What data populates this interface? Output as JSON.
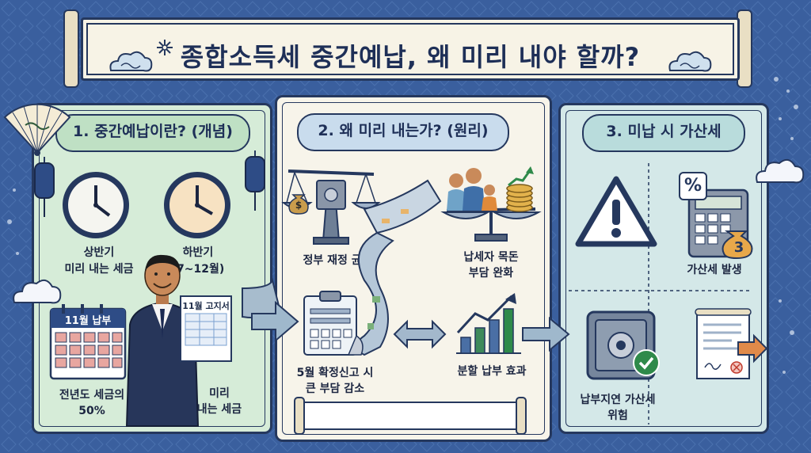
{
  "title": "종합소득세 중간예납, 왜 미리 내야 할까?",
  "section1": {
    "header": "1. 중간예납이란? (개념)",
    "first_half_line1": "상반기",
    "first_half_line2": "미리 내는 세금",
    "second_half_line1": "하반기",
    "second_half_line2": "(7~12월)",
    "calendar_label": "11월 납부",
    "notice_label": "11월 고지서",
    "last_year_line1": "전년도 세금의",
    "last_year_line2": "50%",
    "prepaid_line1": "미리",
    "prepaid_line2": "내는 세금"
  },
  "section2": {
    "header": "2. 왜 미리 내는가? (원리)",
    "gov_balance": "정부 재정 균형",
    "taxpayer_line1": "납세자 목돈",
    "taxpayer_line2": "부담 완화",
    "may_line1": "5월 확정신고 시",
    "may_line2": "큰 부담 감소",
    "installment": "분할 납부 효과",
    "money_bag_symbol": "$"
  },
  "section3": {
    "header": "3. 미납 시 가산세",
    "surcharge": "가산세 발생",
    "late_line1": "납부지연 가산세",
    "late_line2": "위험",
    "percent_symbol": "%",
    "bag_number": "3"
  },
  "colors": {
    "background": "#3a5f9e",
    "panel1": "#d6ecd8",
    "panel2": "#f7f4ea",
    "panel3": "#d4e8e8",
    "outline": "#25385e",
    "accent_green": "#2f8a4a",
    "accent_orange": "#e59a3a"
  },
  "icons": [
    "fan-icon",
    "lantern-icon",
    "clock-icon",
    "businessman-icon",
    "calendar-icon",
    "notice-icon",
    "balance-scale-icon",
    "safe-icon",
    "money-bag-icon",
    "family-icon",
    "coins-icon",
    "growth-arrow-icon",
    "ribbon-icon",
    "clipboard-icon",
    "double-arrow-icon",
    "bar-chart-icon",
    "warning-icon",
    "calculator-icon",
    "locked-safe-icon",
    "contract-icon",
    "cloud-icon",
    "scroll-icon"
  ]
}
